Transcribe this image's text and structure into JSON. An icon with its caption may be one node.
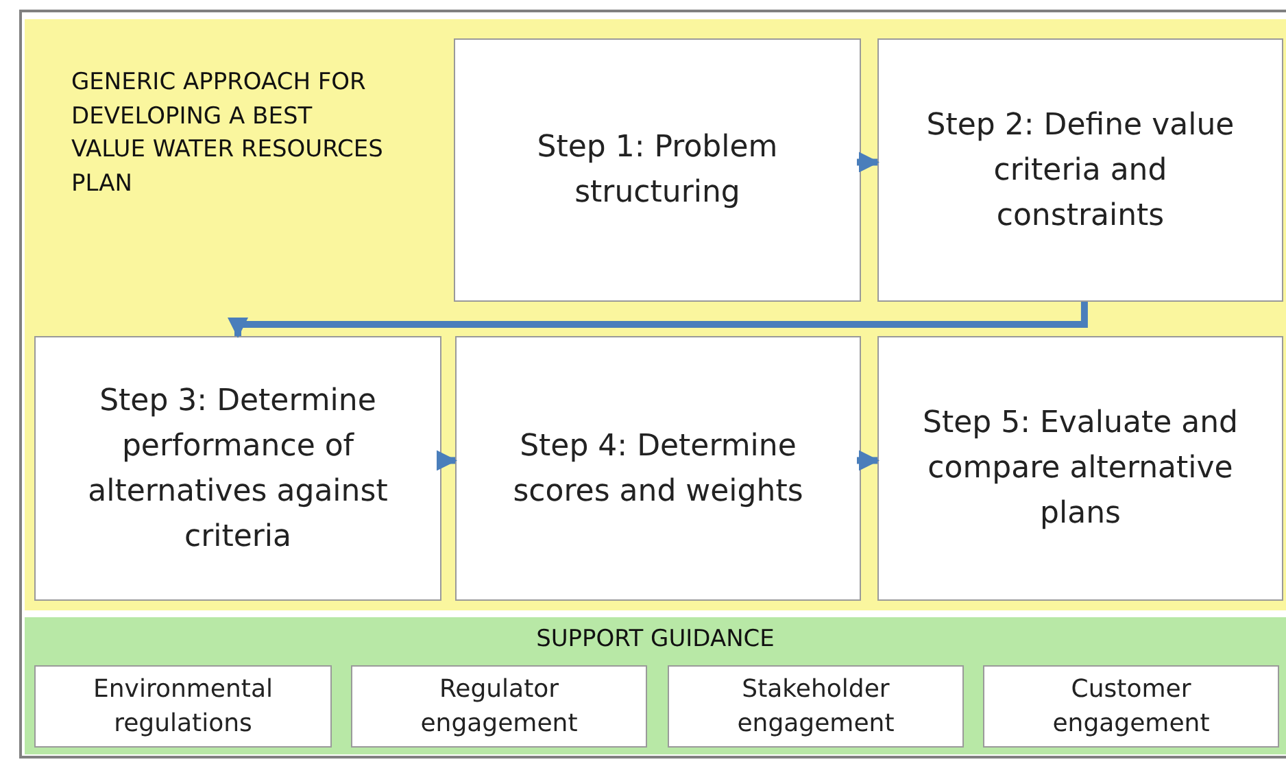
{
  "diagram": {
    "nodes": [
      {
        "text": [
          "GENERIC APPROACH FOR DEVELOPING A BEST VALUE WATER RESOURCES PLAN"
        ]
      },
      {
        "text": [
          "Step 1: Problem structuring"
        ],
        "in": 0
      },
      {
        "text": [
          "Step 2: Define value criteria and constraints"
        ],
        "in": 0
      },
      {
        "text": [
          "Step 3: Determine performance of alternatives against criteria"
        ],
        "in": 0
      },
      {
        "text": [
          "Step 4: Determine scores and weights"
        ],
        "in": 0
      },
      {
        "text": [
          "Step 5: Evaluate and compare alternative plans"
        ],
        "in": 0
      },
      {
        "text": [
          "SUPPORT GUIDANCE"
        ]
      },
      {
        "text": [
          "Environmental regulations"
        ],
        "in": 6
      },
      {
        "text": [
          "Regulator engagement"
        ],
        "in": 6
      },
      {
        "text": [
          "Stakeholder engagement"
        ],
        "in": 6
      },
      {
        "text": [
          "Customer engagement"
        ],
        "in": 6
      }
    ],
    "edges": [
      {
        "from": 1,
        "to": 2,
        "arrow": "to"
      },
      {
        "from": 2,
        "to": 3,
        "arrow": "to"
      },
      {
        "from": 3,
        "to": 4,
        "arrow": "to"
      },
      {
        "from": 4,
        "to": 5,
        "arrow": "to"
      }
    ]
  }
}
